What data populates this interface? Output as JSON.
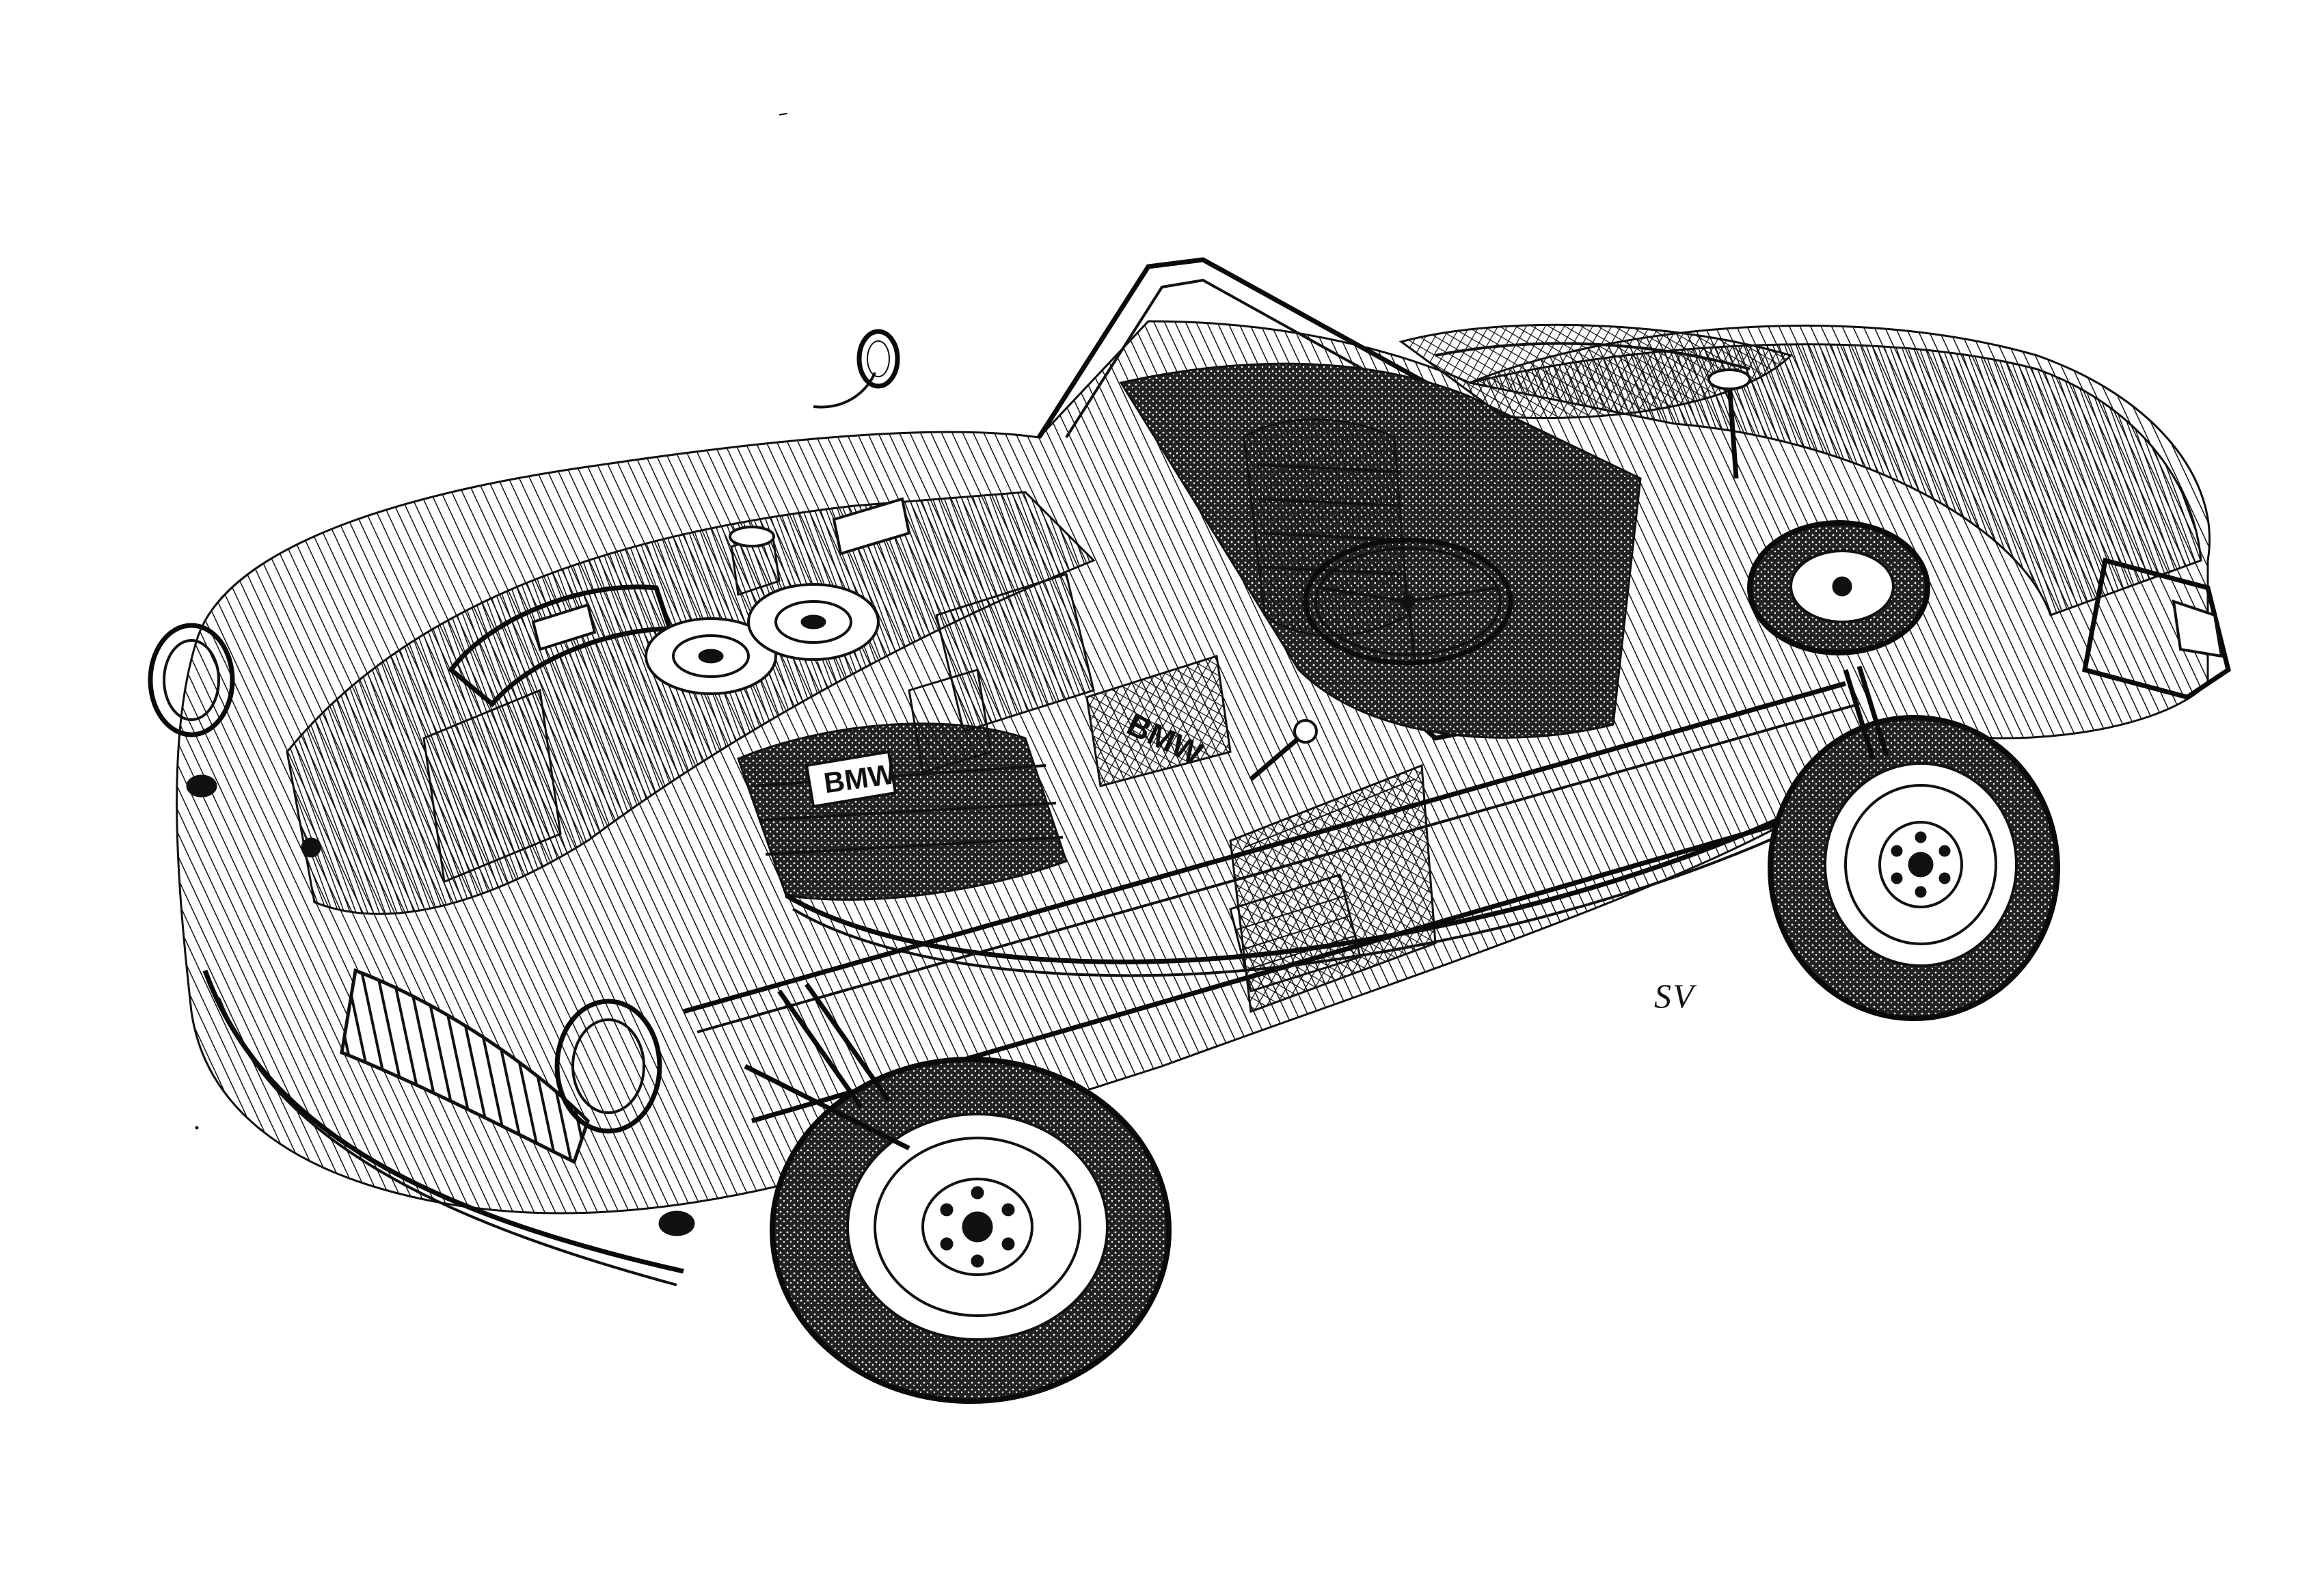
{
  "artist_signature": "SV",
  "engine_cover_badge": "BMW",
  "valve_cover_badge": "BMW"
}
